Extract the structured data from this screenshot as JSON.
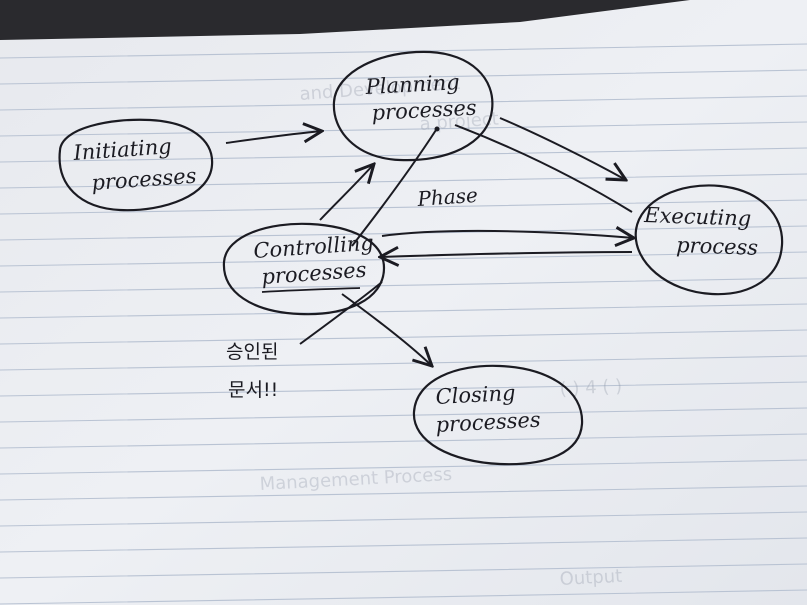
{
  "nodes": {
    "initiating": {
      "line1": "Initiating",
      "line2": "processes"
    },
    "planning": {
      "line1": "Planning",
      "line2": "processes"
    },
    "executing": {
      "line1": "Executing",
      "line2": "process"
    },
    "controlling": {
      "line1": "Controlling",
      "line2": "processes"
    },
    "closing": {
      "line1": "Closing",
      "line2": "processes"
    }
  },
  "annotations": {
    "phase": "Phase",
    "korean_line1": "승인된",
    "korean_line2": "문서!!"
  },
  "colors": {
    "ink": "#1b1b22",
    "paper": "#eef0f4",
    "rule_line": "#b9c3d3",
    "dark_edge": "#2a2a2e"
  }
}
